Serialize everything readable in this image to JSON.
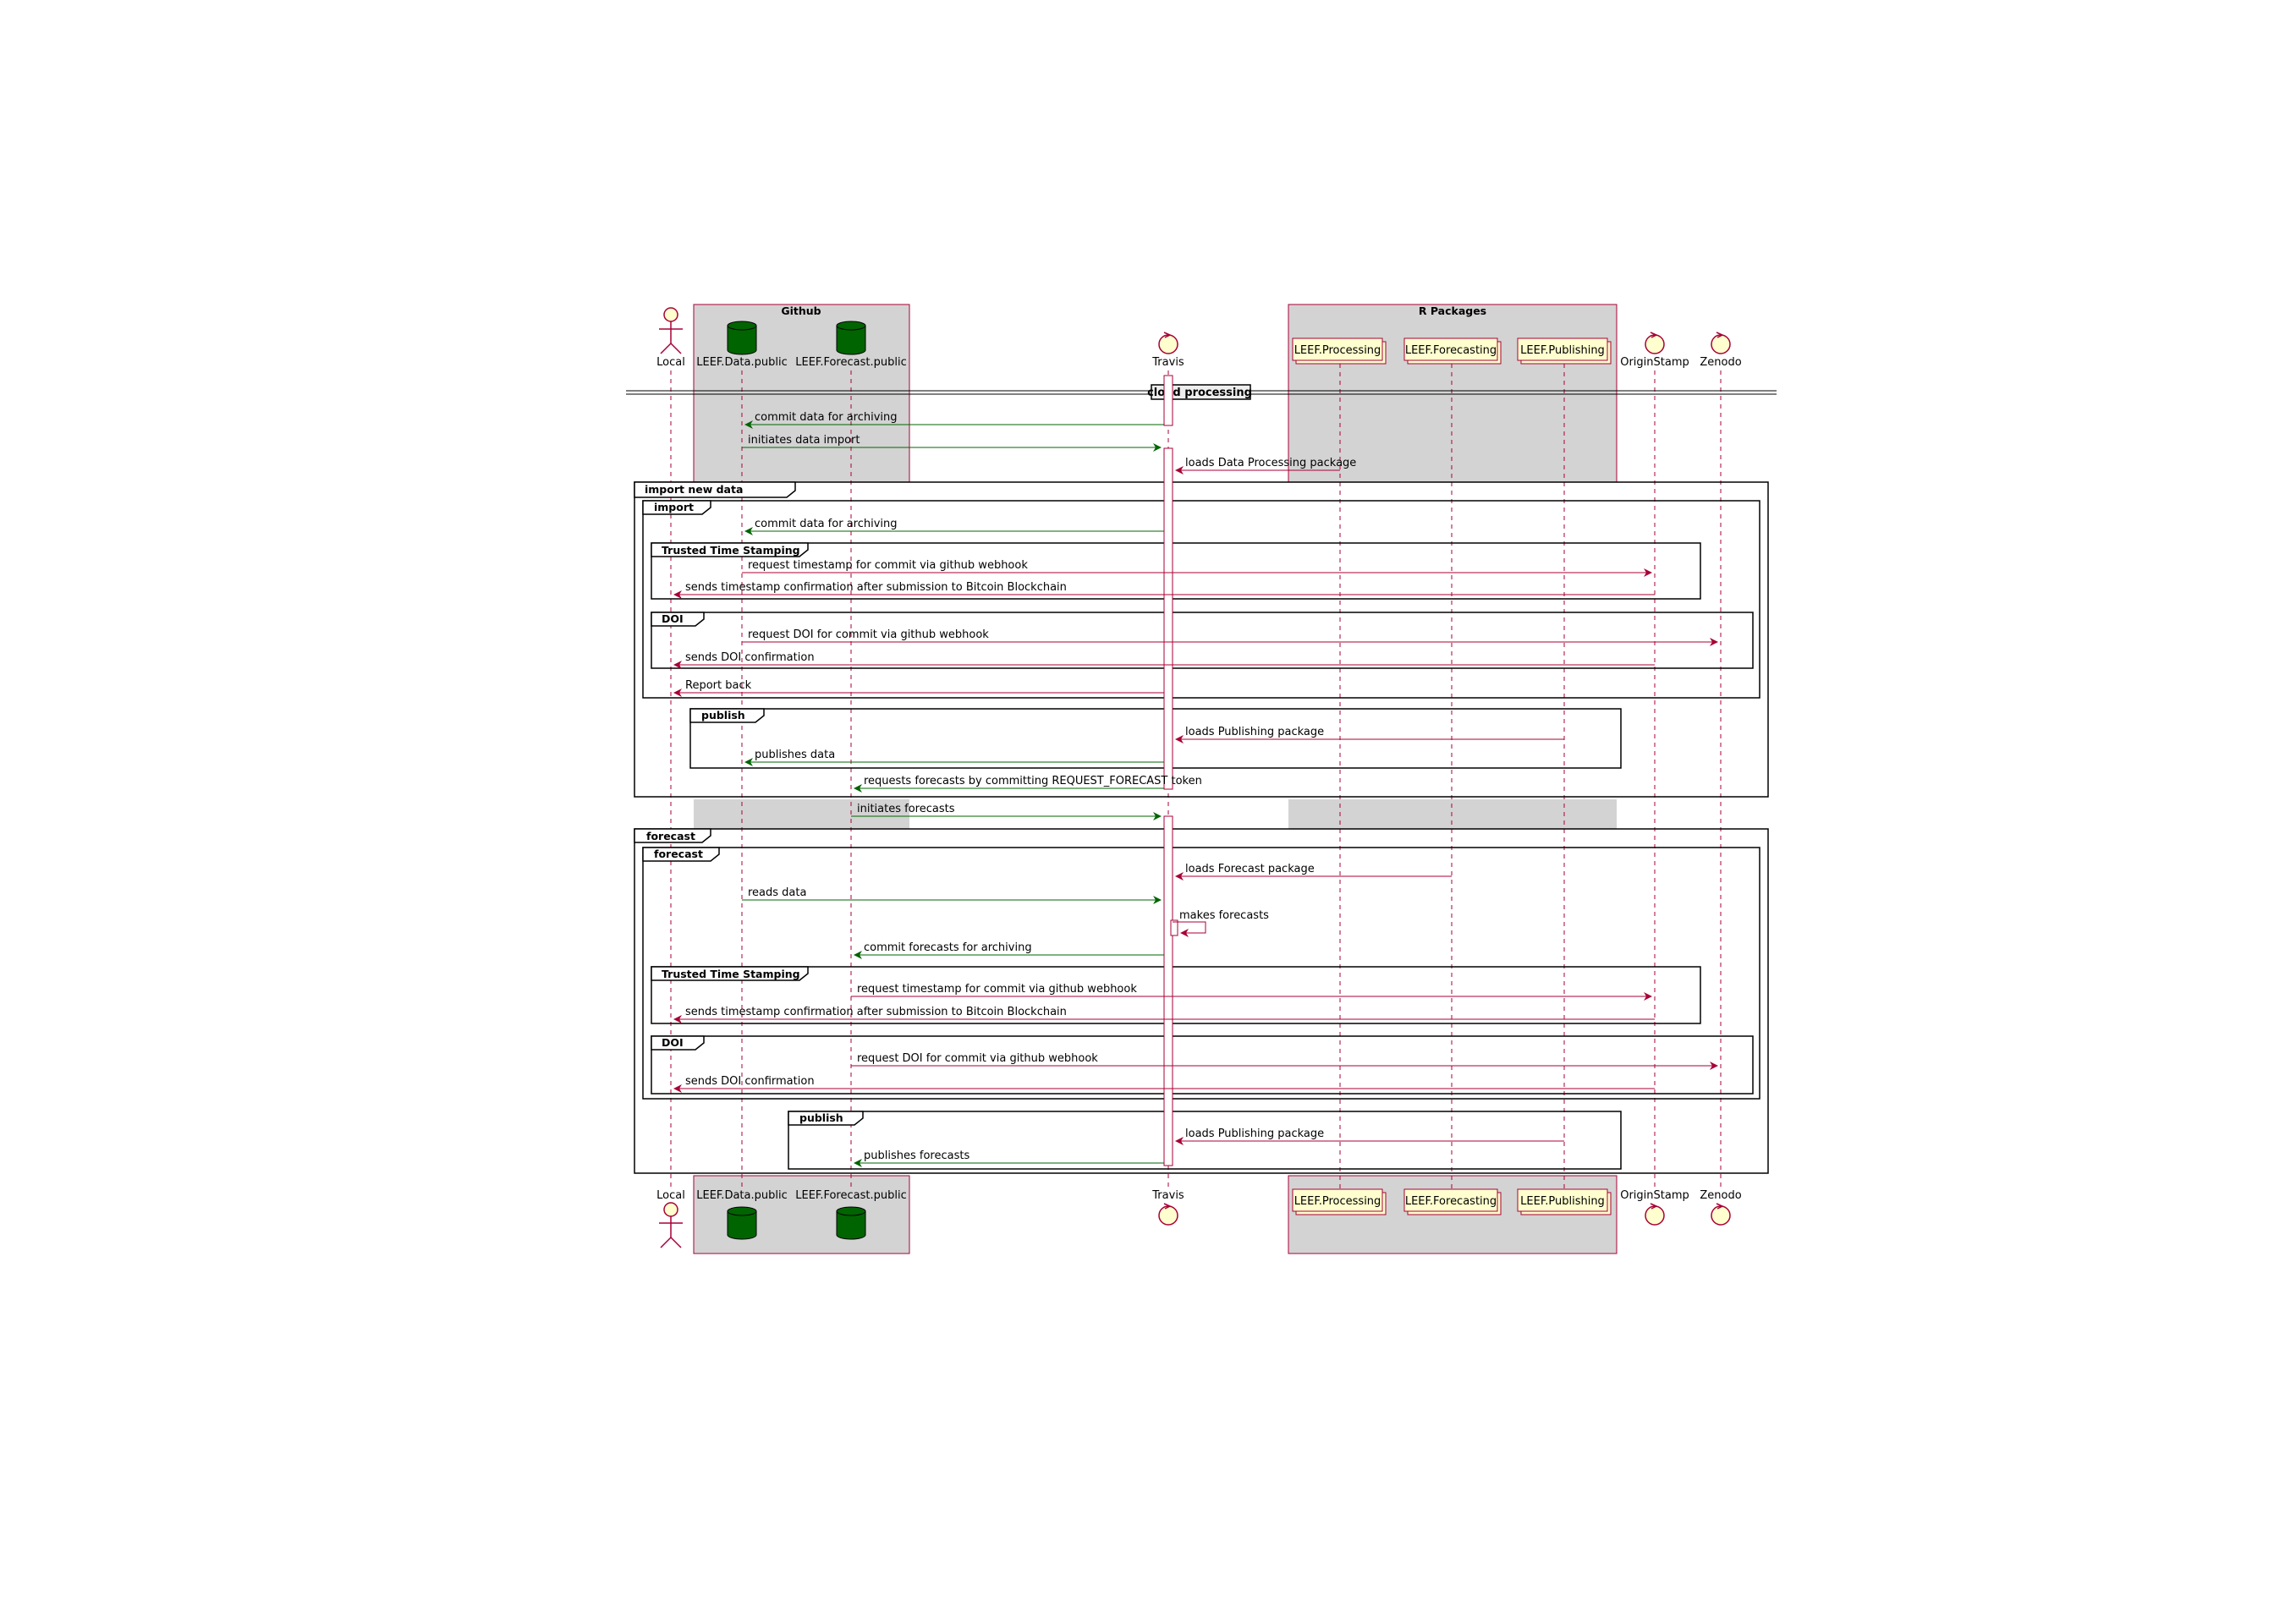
{
  "boxes": [
    {
      "title": "Github"
    },
    {
      "title": "R Packages"
    }
  ],
  "participants": [
    {
      "label": "Local",
      "kind": "actor"
    },
    {
      "label": "LEEF.Data.public",
      "kind": "database"
    },
    {
      "label": "LEEF.Forecast.public",
      "kind": "database"
    },
    {
      "label": "Travis",
      "kind": "control"
    },
    {
      "label": "LEEF.Processing",
      "kind": "collections"
    },
    {
      "label": "LEEF.Forecasting",
      "kind": "collections"
    },
    {
      "label": "LEEF.Publishing",
      "kind": "collections"
    },
    {
      "label": "OriginStamp",
      "kind": "control"
    },
    {
      "label": "Zenodo",
      "kind": "control"
    }
  ],
  "divider": {
    "label": "cloud processing"
  },
  "frames": {
    "import_new_data": "import new data",
    "import": "import",
    "tts1": "Trusted Time Stamping",
    "doi1": "DOI",
    "publish1": "publish",
    "forecast_outer": "forecast",
    "forecast_inner": "forecast",
    "tts2": "Trusted Time Stamping",
    "doi2": "DOI",
    "publish2": "publish"
  },
  "messages": [
    {
      "text": "commit data for archiving"
    },
    {
      "text": "initiates data import"
    },
    {
      "text": "loads Data Processing package"
    },
    {
      "text": "commit data for archiving"
    },
    {
      "text": "request timestamp for commit via github webhook"
    },
    {
      "text": "sends timestamp confirmation after submission to Bitcoin Blockchain"
    },
    {
      "text": "request DOI for commit via github webhook"
    },
    {
      "text": "sends DOI confirmation"
    },
    {
      "text": "Report back"
    },
    {
      "text": "loads Publishing package"
    },
    {
      "text": "publishes data"
    },
    {
      "text": "requests forecasts by committing REQUEST_FORECAST token"
    },
    {
      "text": "initiates forecasts"
    },
    {
      "text": "loads Forecast package"
    },
    {
      "text": "reads data"
    },
    {
      "text": "makes forecasts"
    },
    {
      "text": "commit forecasts for archiving"
    },
    {
      "text": "request timestamp for commit via github webhook"
    },
    {
      "text": "sends timestamp confirmation after submission to Bitcoin Blockchain"
    },
    {
      "text": "request DOI for commit via github webhook"
    },
    {
      "text": "sends DOI confirmation"
    },
    {
      "text": "loads Publishing package"
    },
    {
      "text": "publishes forecasts"
    }
  ],
  "colors": {
    "lifeline": "#A80036",
    "green_arrow": "#006400",
    "red_arrow": "#A80036",
    "box_fill": "#D3D3D3",
    "participant_fill": "#FEFECE",
    "database_fill": "#006400"
  }
}
